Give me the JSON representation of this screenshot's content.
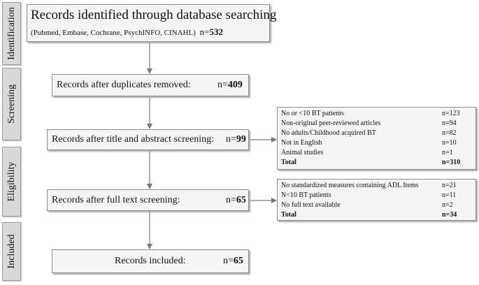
{
  "stages": [
    {
      "id": "identification",
      "label": "Identification"
    },
    {
      "id": "screening",
      "label": "Screening"
    },
    {
      "id": "eligibility",
      "label": "Eligibility"
    },
    {
      "id": "included",
      "label": "Included"
    }
  ],
  "boxes": {
    "identified": {
      "title": "Records identified through database searching",
      "sources": "(Pubmed, Embase, Cochrane, PsychINFO, CINAHL)",
      "n_prefix": "n=",
      "n": "532"
    },
    "duplicates": {
      "label": "Records after duplicates removed:",
      "n_prefix": "n=",
      "n": "409"
    },
    "title_abstract": {
      "label": "Records after title and abstract screening:",
      "n_prefix": "n=",
      "n": "99"
    },
    "full_text": {
      "label": "Records after full text screening:",
      "n_prefix": "n=",
      "n": "65"
    },
    "included": {
      "label": "Records included:",
      "n_prefix": "n=",
      "n": "65"
    }
  },
  "exclusions_1": [
    {
      "reason": "No or <10 BT patients",
      "count": "n=123"
    },
    {
      "reason": "Non-original peer-reviewed articles",
      "count": "n=94"
    },
    {
      "reason": "No adults/Childhood acquired BT",
      "count": "n=82"
    },
    {
      "reason": "Not in English",
      "count": "n=10"
    },
    {
      "reason": "Animal studies",
      "count": "n=1"
    },
    {
      "reason": "Total",
      "count": "n=310"
    }
  ],
  "exclusions_2": [
    {
      "reason": "No standardized measures containing ADL Items",
      "count": "n=21"
    },
    {
      "reason": "N<10 BT patients",
      "count": "n=11"
    },
    {
      "reason": "No full text available",
      "count": "n=2"
    },
    {
      "reason": "Total",
      "count": "n=34"
    }
  ]
}
